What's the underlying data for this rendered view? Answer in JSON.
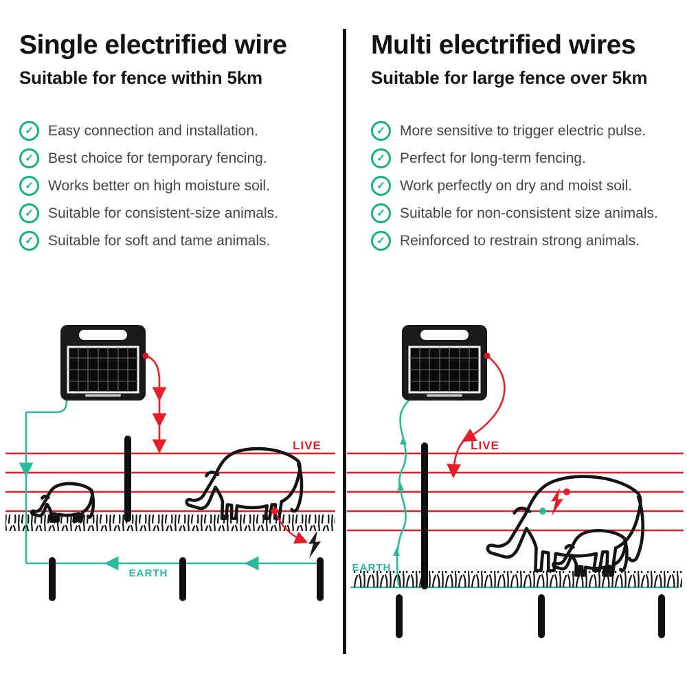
{
  "icons": {
    "check": "✓"
  },
  "colors": {
    "check_green": "#12b27c",
    "wire_red": "#e41e2b",
    "earth_teal": "#2bb999",
    "title_text": "#121212",
    "body_text": "#454545"
  },
  "panels": [
    {
      "title": "Single electrified wire",
      "subtitle": "Suitable for fence within 5km",
      "bullets": [
        "Easy connection and installation.",
        "Best choice for temporary fencing.",
        "Works better on high moisture soil.",
        "Suitable for consistent-size animals.",
        "Suitable for soft and tame animals."
      ],
      "diagram": {
        "live_label": "LIVE",
        "earth_label": "EARTH"
      }
    },
    {
      "title": "Multi electrified wires",
      "subtitle": "Suitable for large fence over 5km",
      "bullets": [
        "More sensitive to trigger electric pulse.",
        "Perfect for long-term fencing.",
        "Work perfectly on dry and moist soil.",
        "Suitable for non-consistent size animals.",
        "Reinforced to restrain strong animals."
      ],
      "diagram": {
        "live_label": "LIVE",
        "earth_label": "EARTH"
      }
    }
  ]
}
